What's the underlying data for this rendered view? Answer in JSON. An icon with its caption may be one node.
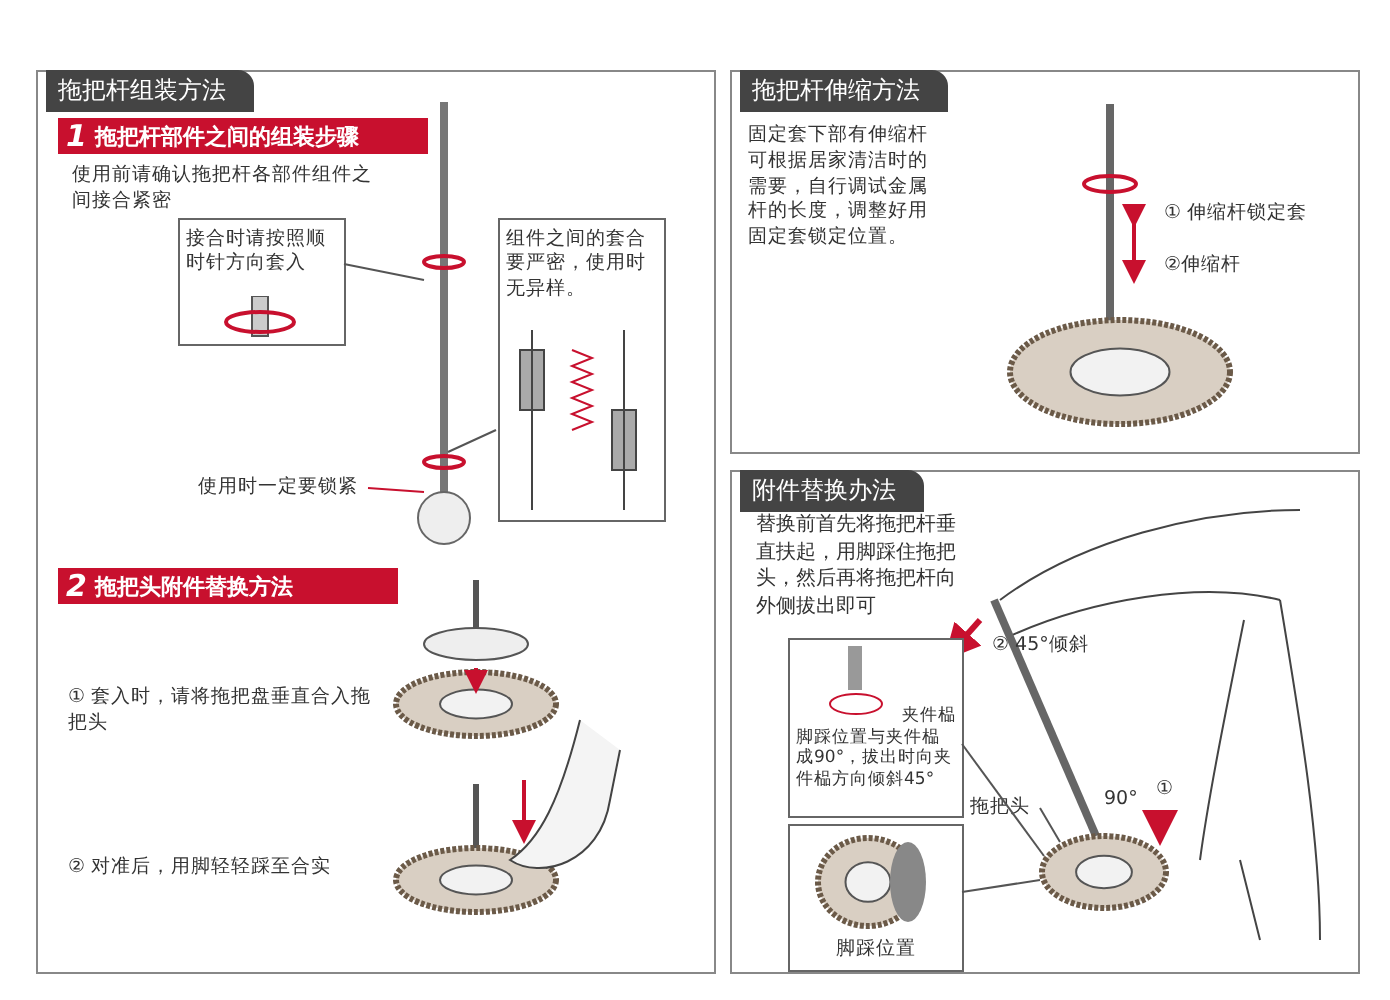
{
  "diagram": {
    "nodes": [
      {
        "text": [
          "拖把杆组装方法"
        ]
      },
      {
        "text": [
          "1",
          "拖把杆部件之间的组装步骤"
        ],
        "in": 0
      },
      {
        "text": [
          "接合时请按照顺时针方向套入"
        ],
        "in": 0
      },
      {
        "text": [
          "组件之间的套合要严密，使用时无异样。"
        ],
        "in": 0
      },
      {
        "text": [
          "2",
          "拖把头附件替换方法"
        ],
        "in": 0
      },
      {
        "text": [
          "拖把杆伸缩方法"
        ]
      },
      {
        "text": [
          "附件替换办法"
        ]
      },
      {
        "text": [
          "夹件榀",
          "脚踩位置与夹件榀成90°，拔出时向夹件榀方向倾斜45°"
        ],
        "in": 6
      },
      {
        "text": [
          "脚踩位置"
        ],
        "in": 6
      },
      {
        "text": [],
        "shape": "picture",
        "in": 0
      },
      {
        "text": [
          "使用时一定要锁紧"
        ],
        "in": 0
      },
      {
        "text": [],
        "shape": "picture",
        "in": 6
      },
      {
        "text": [
          "拖把头"
        ],
        "in": 6
      }
    ],
    "edges": [
      {
        "from": 2,
        "to": 9,
        "arrow": "none"
      },
      {
        "from": 3,
        "to": 9,
        "arrow": "none"
      },
      {
        "from": 10,
        "to": 9,
        "arrow": "none",
        "color": "#c8102e"
      },
      {
        "from": 7,
        "to": 11,
        "arrow": "none"
      },
      {
        "from": 8,
        "to": 11,
        "arrow": "none"
      },
      {
        "from": 12,
        "to": 11,
        "arrow": "none"
      }
    ],
    "labels": [
      "使用前请确认拖把杆各部件组件之间接合紧密",
      "① 套入时，请将拖把盘垂直合入拖把头",
      "② 对准后，用脚轻轻踩至合实",
      "固定套下部有伸缩杆可根据居家清洁时的需要，自行调试金属杆的长度，调整好用固定套锁定位置。",
      "① 伸缩杆锁定套",
      "②伸缩杆",
      "替换前首先将拖把杆垂直扶起，用脚踩住拖把头，然后再将拖把杆向外侧拔出即可",
      "② 45°倾斜",
      "90°",
      "①"
    ]
  }
}
